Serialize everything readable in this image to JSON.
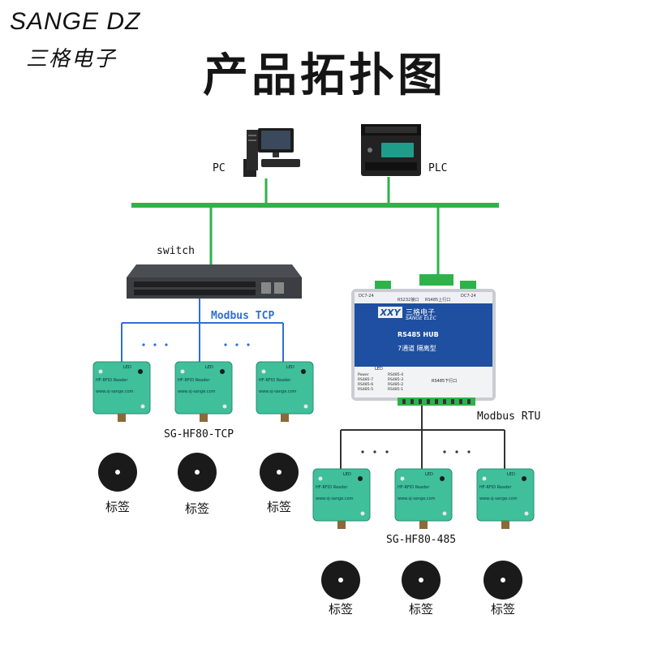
{
  "brand": {
    "name": "SANGE DZ",
    "chinese": "三格电子"
  },
  "title": "产品拓扑图",
  "nodes": {
    "pc": "PC",
    "plc": "PLC",
    "switch": "switch",
    "modbus_tcp": "Modbus TCP",
    "modbus_rtu": "Modbus RTU",
    "tcp_model": "SG-HF80-TCP",
    "rs485_model": "SG-HF80-485",
    "tag": "标签"
  },
  "reader": {
    "title": "HF-RFID Reader",
    "subtitle": "www.sj-sange.com",
    "led": "LED"
  },
  "hub": {
    "logo_cn": "三格电子",
    "logo_en": "SANGE ELEC",
    "name": "RS485 HUB",
    "channels": "7通道 隔离型",
    "dc": "DC7-24",
    "led_label": "LED",
    "ports_label": "RS485下行口",
    "upstream": "RS485上行口",
    "rs232": "RS232接口",
    "port_rows": [
      "Power",
      "RS485-7",
      "RS485-6",
      "RS485-5"
    ],
    "port_rows2": [
      "RS485-4",
      "RS485-3",
      "RS485-2",
      "RS485-1"
    ]
  },
  "colors": {
    "network": "#2db34a",
    "tcp_lines": "#2f6fd6",
    "rtu_lines": "#333333",
    "reader_body": "#3fbf9a",
    "hub_body": "#1e4fa0"
  }
}
